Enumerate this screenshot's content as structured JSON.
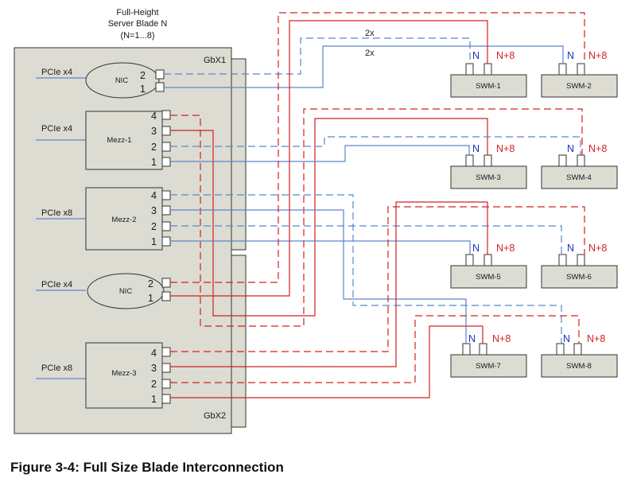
{
  "header": {
    "line1": "Full-Height",
    "line2": "Server Blade N",
    "line3": "(N=1...8)"
  },
  "gbx": {
    "top": "GbX1",
    "bottom": "GbX2"
  },
  "devices": {
    "nic_top": {
      "name": "NIC",
      "bus": "PCIe x4",
      "ports": [
        "2",
        "1"
      ]
    },
    "mezz1": {
      "name": "Mezz-1",
      "bus": "PCIe x4",
      "ports": [
        "4",
        "3",
        "2",
        "1"
      ]
    },
    "mezz2": {
      "name": "Mezz-2",
      "bus": "PCIe x8",
      "ports": [
        "4",
        "3",
        "2",
        "1"
      ]
    },
    "nic_bot": {
      "name": "NIC",
      "bus": "PCIe x4",
      "ports": [
        "2",
        "1"
      ]
    },
    "mezz3": {
      "name": "Mezz-3",
      "bus": "PCIe x8",
      "ports": [
        "4",
        "3",
        "2",
        "1"
      ]
    }
  },
  "switches": [
    {
      "name": "SWM-1",
      "n": "N",
      "n8": "N+8"
    },
    {
      "name": "SWM-2",
      "n": "N",
      "n8": "N+8"
    },
    {
      "name": "SWM-3",
      "n": "N",
      "n8": "N+8"
    },
    {
      "name": "SWM-4",
      "n": "N",
      "n8": "N+8"
    },
    {
      "name": "SWM-5",
      "n": "N",
      "n8": "N+8"
    },
    {
      "name": "SWM-6",
      "n": "N",
      "n8": "N+8"
    },
    {
      "name": "SWM-7",
      "n": "N",
      "n8": "N+8"
    },
    {
      "name": "SWM-8",
      "n": "N",
      "n8": "N+8"
    }
  ],
  "annotations": {
    "a": "2x",
    "b": "2x"
  },
  "colors": {
    "red": "#d42020",
    "blue": "#5b87c9",
    "box": "#dcdcd2",
    "stroke": "#333333"
  },
  "caption": "Figure 3-4: Full Size Blade Interconnection"
}
